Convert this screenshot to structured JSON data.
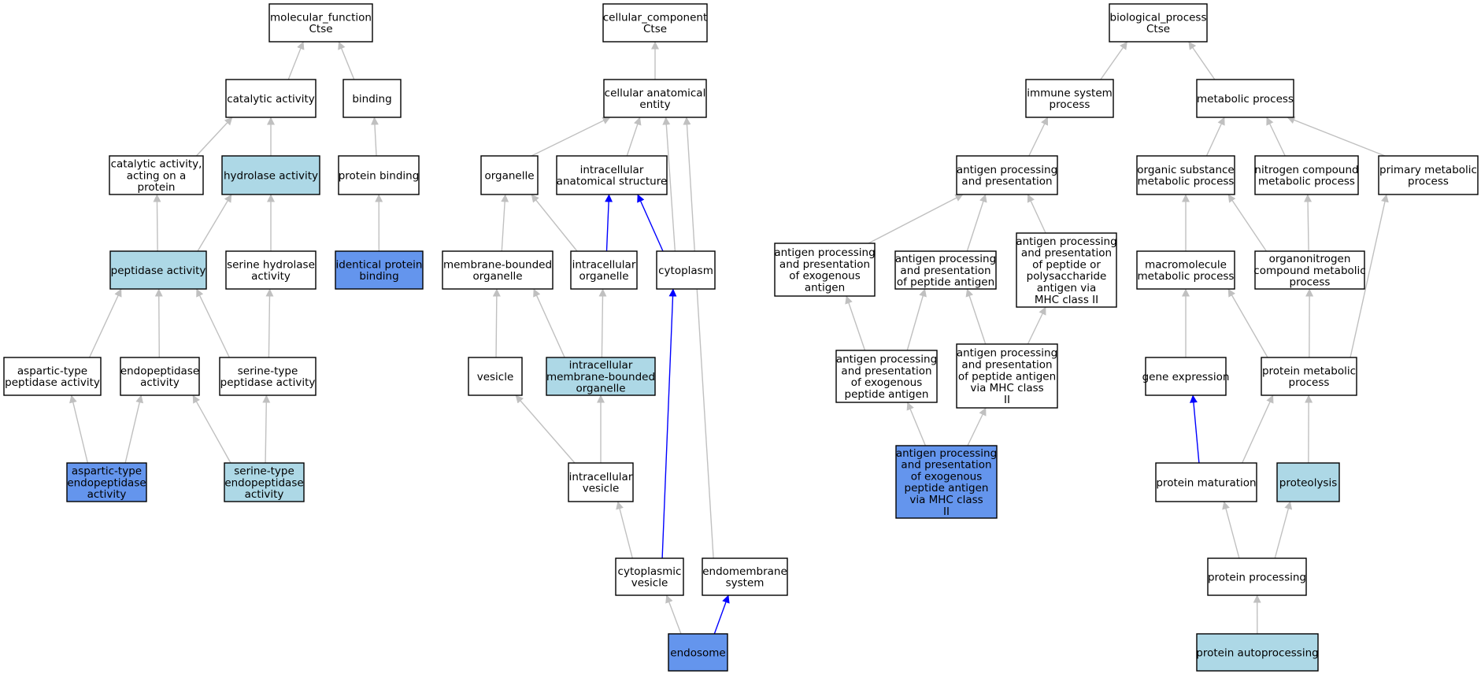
{
  "colors": {
    "default_fill": "#ffffff",
    "light_fill": "#add8e6",
    "highlight_fill": "#6495ed",
    "edge_grey": "#c0c0c0",
    "edge_blue": "#0000ff"
  },
  "nodes": [
    {
      "id": "molecular_function",
      "lines": [
        "molecular_function",
        "Ctse"
      ],
      "style": "default"
    },
    {
      "id": "cellular_component",
      "lines": [
        "cellular_component",
        "Ctse"
      ],
      "style": "default"
    },
    {
      "id": "biological_process",
      "lines": [
        "biological_process",
        "Ctse"
      ],
      "style": "default"
    },
    {
      "id": "catalytic_activity",
      "lines": [
        "catalytic activity"
      ],
      "style": "default"
    },
    {
      "id": "binding",
      "lines": [
        "binding"
      ],
      "style": "default"
    },
    {
      "id": "cellular_anatomical_entity",
      "lines": [
        "cellular anatomical",
        "entity"
      ],
      "style": "default"
    },
    {
      "id": "immune_system_process",
      "lines": [
        "immune system",
        "process"
      ],
      "style": "default"
    },
    {
      "id": "metabolic_process",
      "lines": [
        "metabolic process"
      ],
      "style": "default"
    },
    {
      "id": "catalytic_acting_on_protein",
      "lines": [
        "catalytic activity,",
        "acting on a",
        "protein"
      ],
      "style": "default"
    },
    {
      "id": "hydrolase_activity",
      "lines": [
        "hydrolase activity"
      ],
      "style": "light"
    },
    {
      "id": "protein_binding",
      "lines": [
        "protein binding"
      ],
      "style": "default"
    },
    {
      "id": "organelle",
      "lines": [
        "organelle"
      ],
      "style": "default"
    },
    {
      "id": "intracellular_anatomical_structure",
      "lines": [
        "intracellular",
        "anatomical structure"
      ],
      "style": "default"
    },
    {
      "id": "antigen_processing_and_presentation",
      "lines": [
        "antigen processing",
        "and presentation"
      ],
      "style": "default"
    },
    {
      "id": "organic_substance_metabolic_process",
      "lines": [
        "organic substance",
        "metabolic process"
      ],
      "style": "default"
    },
    {
      "id": "nitrogen_compound_metabolic_process",
      "lines": [
        "nitrogen compound",
        "metabolic process"
      ],
      "style": "default"
    },
    {
      "id": "primary_metabolic_process",
      "lines": [
        "primary metabolic",
        "process"
      ],
      "style": "default"
    },
    {
      "id": "peptidase_activity",
      "lines": [
        "peptidase activity"
      ],
      "style": "light"
    },
    {
      "id": "serine_hydrolase_activity",
      "lines": [
        "serine hydrolase",
        "activity"
      ],
      "style": "default"
    },
    {
      "id": "identical_protein_binding",
      "lines": [
        "identical protein",
        "binding"
      ],
      "style": "highlight"
    },
    {
      "id": "membrane_bounded_organelle",
      "lines": [
        "membrane-bounded",
        "organelle"
      ],
      "style": "default"
    },
    {
      "id": "intracellular_organelle",
      "lines": [
        "intracellular",
        "organelle"
      ],
      "style": "default"
    },
    {
      "id": "cytoplasm",
      "lines": [
        "cytoplasm"
      ],
      "style": "default"
    },
    {
      "id": "ap_exogenous_antigen",
      "lines": [
        "antigen processing",
        "and presentation",
        "of exogenous",
        "antigen"
      ],
      "style": "default"
    },
    {
      "id": "ap_peptide_antigen",
      "lines": [
        "antigen processing",
        "and presentation",
        "of peptide antigen"
      ],
      "style": "default"
    },
    {
      "id": "ap_peptide_or_polysaccharide_mhc2",
      "lines": [
        "antigen processing",
        "and presentation",
        "of peptide or",
        "polysaccharide",
        "antigen via",
        "MHC class II"
      ],
      "style": "default"
    },
    {
      "id": "macromolecule_metabolic_process",
      "lines": [
        "macromolecule",
        "metabolic process"
      ],
      "style": "default"
    },
    {
      "id": "organonitrogen_compound_metabolic_process",
      "lines": [
        "organonitrogen",
        "compound metabolic",
        "process"
      ],
      "style": "default"
    },
    {
      "id": "aspartic_type_peptidase_activity",
      "lines": [
        "aspartic-type",
        "peptidase activity"
      ],
      "style": "default"
    },
    {
      "id": "endopeptidase_activity",
      "lines": [
        "endopeptidase",
        "activity"
      ],
      "style": "default"
    },
    {
      "id": "serine_type_peptidase_activity",
      "lines": [
        "serine-type",
        "peptidase activity"
      ],
      "style": "default"
    },
    {
      "id": "vesicle",
      "lines": [
        "vesicle"
      ],
      "style": "default"
    },
    {
      "id": "intracellular_membrane_bounded_organelle",
      "lines": [
        "intracellular",
        "membrane-bounded",
        "organelle"
      ],
      "style": "light"
    },
    {
      "id": "ap_exogenous_peptide_antigen",
      "lines": [
        "antigen processing",
        "and presentation",
        "of exogenous",
        "peptide antigen"
      ],
      "style": "default"
    },
    {
      "id": "ap_peptide_antigen_mhc2",
      "lines": [
        "antigen processing",
        "and presentation",
        "of peptide antigen",
        "via MHC class",
        "II"
      ],
      "style": "default"
    },
    {
      "id": "gene_expression",
      "lines": [
        "gene expression"
      ],
      "style": "default"
    },
    {
      "id": "protein_metabolic_process",
      "lines": [
        "protein metabolic",
        "process"
      ],
      "style": "default"
    },
    {
      "id": "aspartic_type_endopeptidase_activity",
      "lines": [
        "aspartic-type",
        "endopeptidase",
        "activity"
      ],
      "style": "highlight"
    },
    {
      "id": "serine_type_endopeptidase_activity",
      "lines": [
        "serine-type",
        "endopeptidase",
        "activity"
      ],
      "style": "light"
    },
    {
      "id": "intracellular_vesicle",
      "lines": [
        "intracellular",
        "vesicle"
      ],
      "style": "default"
    },
    {
      "id": "ap_exogenous_peptide_antigen_mhc2",
      "lines": [
        "antigen processing",
        "and presentation",
        "of exogenous",
        "peptide antigen",
        "via MHC class",
        "II"
      ],
      "style": "highlight"
    },
    {
      "id": "protein_maturation",
      "lines": [
        "protein maturation"
      ],
      "style": "default"
    },
    {
      "id": "proteolysis",
      "lines": [
        "proteolysis"
      ],
      "style": "light"
    },
    {
      "id": "cytoplasmic_vesicle",
      "lines": [
        "cytoplasmic",
        "vesicle"
      ],
      "style": "default"
    },
    {
      "id": "endomembrane_system",
      "lines": [
        "endomembrane",
        "system"
      ],
      "style": "default"
    },
    {
      "id": "protein_processing",
      "lines": [
        "protein processing"
      ],
      "style": "default"
    },
    {
      "id": "endosome",
      "lines": [
        "endosome"
      ],
      "style": "highlight"
    },
    {
      "id": "protein_autoprocessing",
      "lines": [
        "protein autoprocessing"
      ],
      "style": "light"
    }
  ],
  "edges": [
    {
      "from": "catalytic_activity",
      "to": "molecular_function",
      "color": "grey"
    },
    {
      "from": "binding",
      "to": "molecular_function",
      "color": "grey"
    },
    {
      "from": "catalytic_acting_on_protein",
      "to": "catalytic_activity",
      "color": "grey"
    },
    {
      "from": "hydrolase_activity",
      "to": "catalytic_activity",
      "color": "grey"
    },
    {
      "from": "protein_binding",
      "to": "binding",
      "color": "grey"
    },
    {
      "from": "peptidase_activity",
      "to": "catalytic_acting_on_protein",
      "color": "grey"
    },
    {
      "from": "peptidase_activity",
      "to": "hydrolase_activity",
      "color": "grey"
    },
    {
      "from": "serine_hydrolase_activity",
      "to": "hydrolase_activity",
      "color": "grey"
    },
    {
      "from": "identical_protein_binding",
      "to": "protein_binding",
      "color": "grey"
    },
    {
      "from": "aspartic_type_peptidase_activity",
      "to": "peptidase_activity",
      "color": "grey"
    },
    {
      "from": "endopeptidase_activity",
      "to": "peptidase_activity",
      "color": "grey"
    },
    {
      "from": "serine_type_peptidase_activity",
      "to": "peptidase_activity",
      "color": "grey"
    },
    {
      "from": "serine_type_peptidase_activity",
      "to": "serine_hydrolase_activity",
      "color": "grey"
    },
    {
      "from": "aspartic_type_endopeptidase_activity",
      "to": "aspartic_type_peptidase_activity",
      "color": "grey"
    },
    {
      "from": "aspartic_type_endopeptidase_activity",
      "to": "endopeptidase_activity",
      "color": "grey"
    },
    {
      "from": "serine_type_endopeptidase_activity",
      "to": "endopeptidase_activity",
      "color": "grey"
    },
    {
      "from": "serine_type_endopeptidase_activity",
      "to": "serine_type_peptidase_activity",
      "color": "grey"
    },
    {
      "from": "cellular_anatomical_entity",
      "to": "cellular_component",
      "color": "grey"
    },
    {
      "from": "organelle",
      "to": "cellular_anatomical_entity",
      "color": "grey"
    },
    {
      "from": "intracellular_anatomical_structure",
      "to": "cellular_anatomical_entity",
      "color": "grey"
    },
    {
      "from": "cytoplasm",
      "to": "cellular_anatomical_entity",
      "color": "grey"
    },
    {
      "from": "endomembrane_system",
      "to": "cellular_anatomical_entity",
      "color": "grey"
    },
    {
      "from": "membrane_bounded_organelle",
      "to": "organelle",
      "color": "grey"
    },
    {
      "from": "intracellular_organelle",
      "to": "organelle",
      "color": "grey"
    },
    {
      "from": "intracellular_organelle",
      "to": "intracellular_anatomical_structure",
      "color": "blue"
    },
    {
      "from": "cytoplasm",
      "to": "intracellular_anatomical_structure",
      "color": "blue"
    },
    {
      "from": "vesicle",
      "to": "membrane_bounded_organelle",
      "color": "grey"
    },
    {
      "from": "intracellular_membrane_bounded_organelle",
      "to": "membrane_bounded_organelle",
      "color": "grey"
    },
    {
      "from": "intracellular_membrane_bounded_organelle",
      "to": "intracellular_organelle",
      "color": "grey"
    },
    {
      "from": "intracellular_vesicle",
      "to": "vesicle",
      "color": "grey"
    },
    {
      "from": "intracellular_vesicle",
      "to": "intracellular_membrane_bounded_organelle",
      "color": "grey"
    },
    {
      "from": "cytoplasmic_vesicle",
      "to": "intracellular_vesicle",
      "color": "grey"
    },
    {
      "from": "cytoplasmic_vesicle",
      "to": "cytoplasm",
      "color": "blue"
    },
    {
      "from": "endosome",
      "to": "cytoplasmic_vesicle",
      "color": "grey"
    },
    {
      "from": "endosome",
      "to": "endomembrane_system",
      "color": "blue"
    },
    {
      "from": "immune_system_process",
      "to": "biological_process",
      "color": "grey"
    },
    {
      "from": "metabolic_process",
      "to": "biological_process",
      "color": "grey"
    },
    {
      "from": "antigen_processing_and_presentation",
      "to": "immune_system_process",
      "color": "grey"
    },
    {
      "from": "ap_exogenous_antigen",
      "to": "antigen_processing_and_presentation",
      "color": "grey"
    },
    {
      "from": "ap_peptide_antigen",
      "to": "antigen_processing_and_presentation",
      "color": "grey"
    },
    {
      "from": "ap_peptide_or_polysaccharide_mhc2",
      "to": "antigen_processing_and_presentation",
      "color": "grey"
    },
    {
      "from": "ap_exogenous_peptide_antigen",
      "to": "ap_exogenous_antigen",
      "color": "grey"
    },
    {
      "from": "ap_exogenous_peptide_antigen",
      "to": "ap_peptide_antigen",
      "color": "grey"
    },
    {
      "from": "ap_peptide_antigen_mhc2",
      "to": "ap_peptide_antigen",
      "color": "grey"
    },
    {
      "from": "ap_peptide_antigen_mhc2",
      "to": "ap_peptide_or_polysaccharide_mhc2",
      "color": "grey"
    },
    {
      "from": "ap_exogenous_peptide_antigen_mhc2",
      "to": "ap_exogenous_peptide_antigen",
      "color": "grey"
    },
    {
      "from": "ap_exogenous_peptide_antigen_mhc2",
      "to": "ap_peptide_antigen_mhc2",
      "color": "grey"
    },
    {
      "from": "organic_substance_metabolic_process",
      "to": "metabolic_process",
      "color": "grey"
    },
    {
      "from": "nitrogen_compound_metabolic_process",
      "to": "metabolic_process",
      "color": "grey"
    },
    {
      "from": "primary_metabolic_process",
      "to": "metabolic_process",
      "color": "grey"
    },
    {
      "from": "macromolecule_metabolic_process",
      "to": "organic_substance_metabolic_process",
      "color": "grey"
    },
    {
      "from": "organonitrogen_compound_metabolic_process",
      "to": "organic_substance_metabolic_process",
      "color": "grey"
    },
    {
      "from": "organonitrogen_compound_metabolic_process",
      "to": "nitrogen_compound_metabolic_process",
      "color": "grey"
    },
    {
      "from": "gene_expression",
      "to": "macromolecule_metabolic_process",
      "color": "grey"
    },
    {
      "from": "protein_metabolic_process",
      "to": "macromolecule_metabolic_process",
      "color": "grey"
    },
    {
      "from": "protein_metabolic_process",
      "to": "organonitrogen_compound_metabolic_process",
      "color": "grey"
    },
    {
      "from": "protein_metabolic_process",
      "to": "primary_metabolic_process",
      "color": "grey"
    },
    {
      "from": "protein_maturation",
      "to": "gene_expression",
      "color": "blue"
    },
    {
      "from": "protein_maturation",
      "to": "protein_metabolic_process",
      "color": "grey"
    },
    {
      "from": "proteolysis",
      "to": "protein_metabolic_process",
      "color": "grey"
    },
    {
      "from": "protein_processing",
      "to": "protein_maturation",
      "color": "grey"
    },
    {
      "from": "protein_processing",
      "to": "proteolysis",
      "color": "grey"
    },
    {
      "from": "protein_autoprocessing",
      "to": "protein_processing",
      "color": "grey"
    }
  ]
}
